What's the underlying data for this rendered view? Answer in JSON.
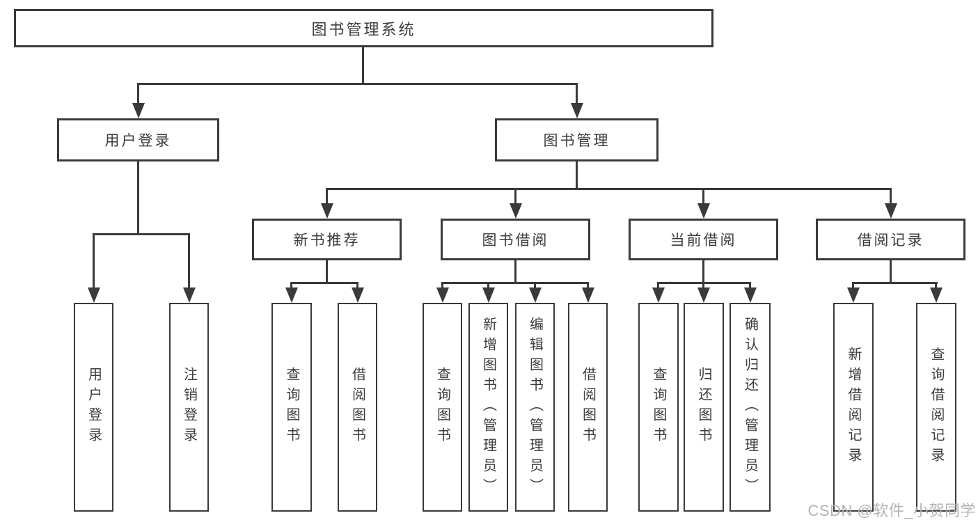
{
  "tree": {
    "label": "图书管理系统",
    "children": [
      {
        "label": "用户登录",
        "children": [
          {
            "label": "用户登录"
          },
          {
            "label": "注销登录"
          }
        ]
      },
      {
        "label": "图书管理",
        "children": [
          {
            "label": "新书推荐",
            "children": [
              {
                "label": "查询图书"
              },
              {
                "label": "借阅图书"
              }
            ]
          },
          {
            "label": "图书借阅",
            "children": [
              {
                "label": "查询图书"
              },
              {
                "label": "新增图书（管理员）"
              },
              {
                "label": "编辑图书（管理员）"
              },
              {
                "label": "借阅图书"
              }
            ]
          },
          {
            "label": "当前借阅",
            "children": [
              {
                "label": "查询图书"
              },
              {
                "label": "归还图书"
              },
              {
                "label": "确认归还（管理员）"
              }
            ]
          },
          {
            "label": "借阅记录",
            "children": [
              {
                "label": "新增借阅记录"
              },
              {
                "label": "查询借阅记录"
              }
            ]
          }
        ]
      }
    ]
  },
  "watermark": "CSDN @软件_小贺同学",
  "colors": {
    "line": "#3a3a3a",
    "box_border": "#3a3a3a",
    "box_fill": "#ffffff",
    "text": "#3c3c3c",
    "background": "#ffffff",
    "watermark": "#b3b3b3"
  }
}
